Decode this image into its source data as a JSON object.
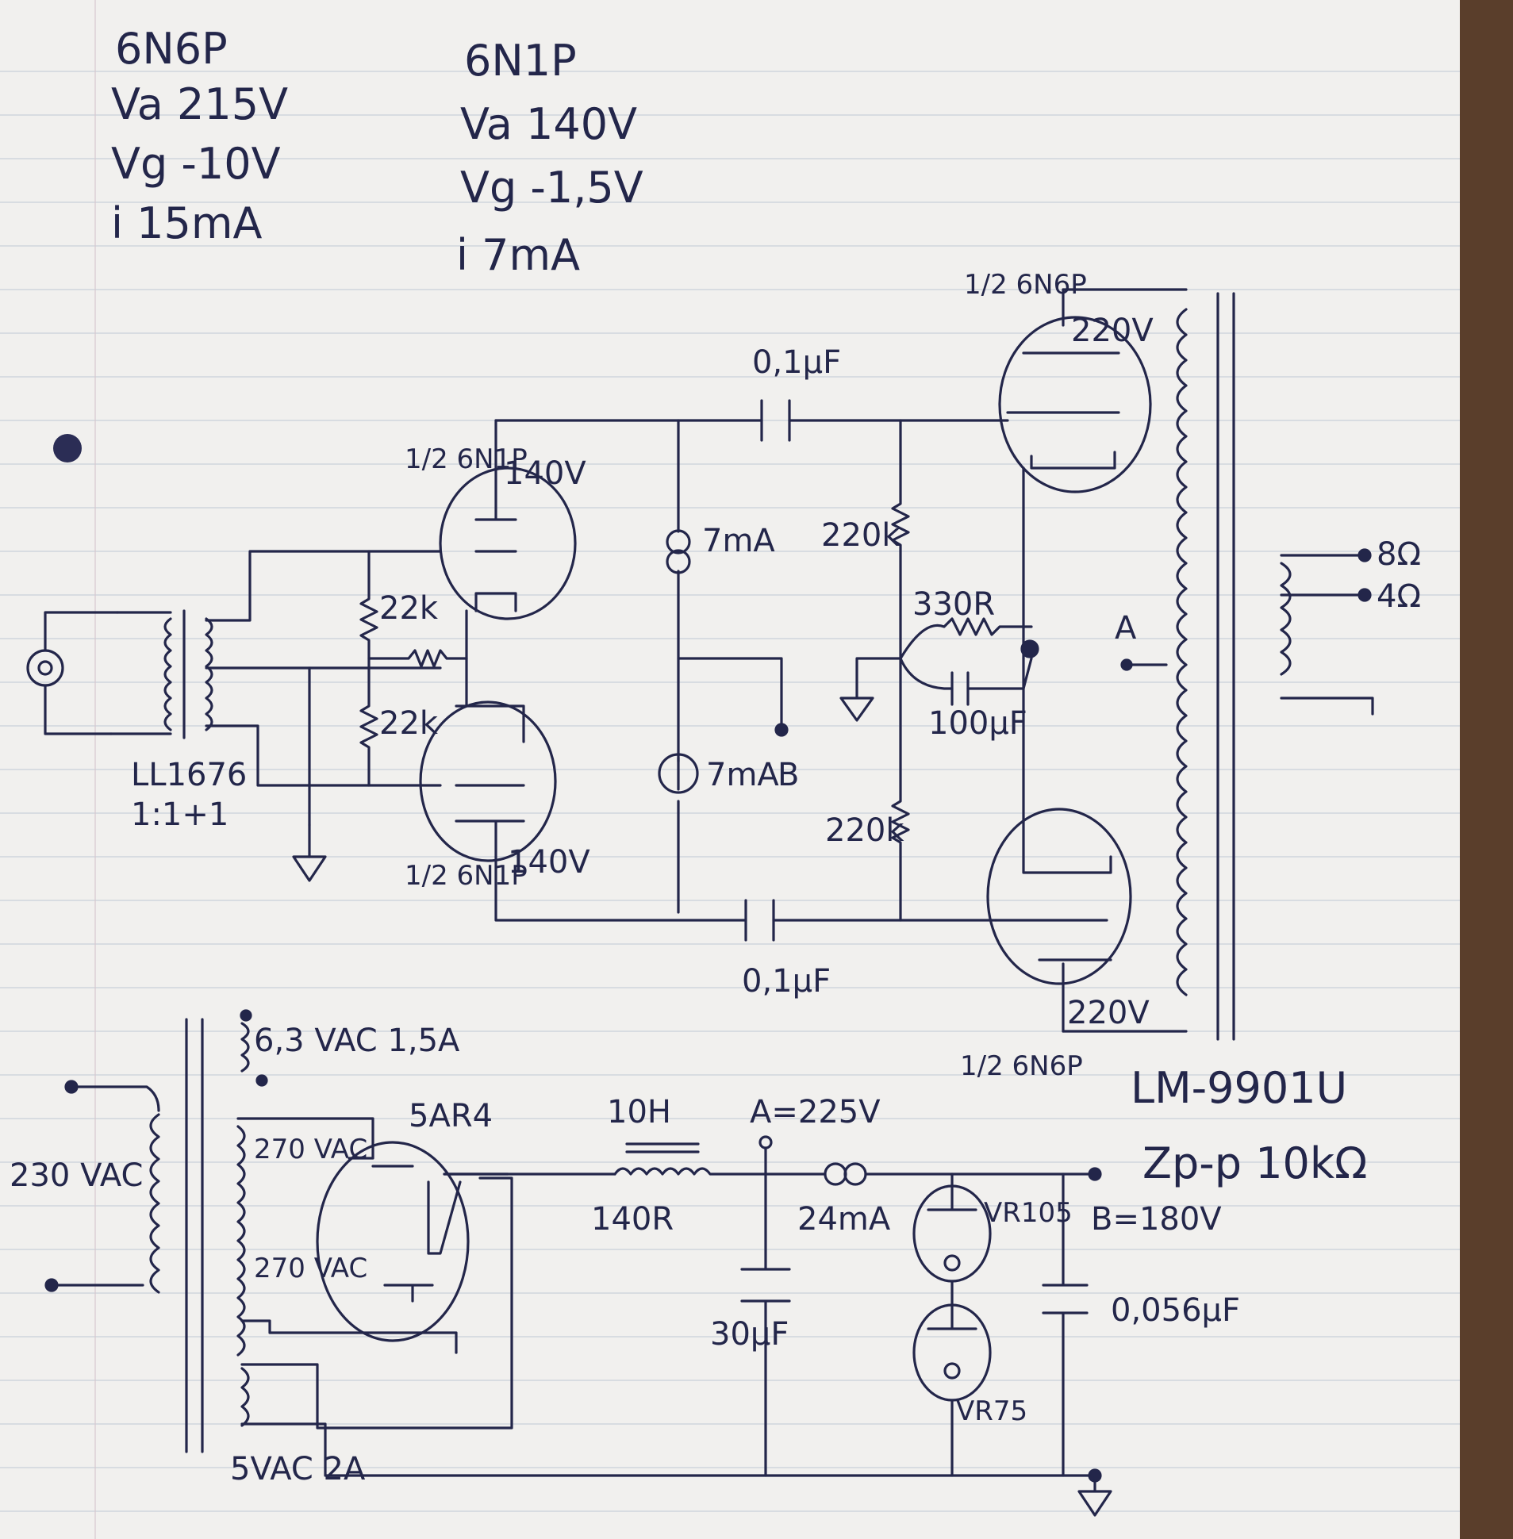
{
  "notes": {
    "left": [
      "6N6P",
      "Va 215V",
      "Vg -10V",
      "i 15mA"
    ],
    "right": [
      "6N1P",
      "Va 140V",
      "Vg -1,5V",
      "i 7mA"
    ]
  },
  "amp": {
    "input_xfmr": "LL1676",
    "input_ratio": "1:1+1",
    "r_22k_a": "22k",
    "r_22k_b": "22k",
    "tube_6n1p_top": "1/2 6N1P",
    "v_140_top": "140V",
    "tube_6n1p_bot": "1/2 6N1P",
    "v_140_bot": "140V",
    "cap_top": "0,1µF",
    "cap_bot": "0,1µF",
    "ccs_top": "7mA",
    "ccs_bot": "7mA",
    "node_b": "B",
    "r_220k_top": "220k",
    "r_220k_bot": "220k",
    "r_330": "330R",
    "cap_100": "100µF",
    "tube_6n6p_top": "1/2 6N6P",
    "v_220_top": "220V",
    "tube_6n6p_bot": "1/2 6N6P",
    "v_220_bot": "220V",
    "node_a": "A",
    "out_8": "8Ω",
    "out_4": "4Ω",
    "out_xfmr": "LM-9901U",
    "out_z": "Zp-p 10kΩ"
  },
  "psu": {
    "mains": "230 VAC",
    "heater": "6,3 VAC 1,5A",
    "hv1": "270 VAC",
    "hv2": "270 VAC",
    "fil": "5VAC 2A",
    "rect": "5AR4",
    "choke": "10H",
    "choke_r": "140R",
    "node_a": "A=225V",
    "cap_30": "30µF",
    "ccs": "24mA",
    "vr105": "VR105",
    "vr75": "VR75",
    "node_b": "B=180V",
    "cap_056": "0,056µF"
  }
}
